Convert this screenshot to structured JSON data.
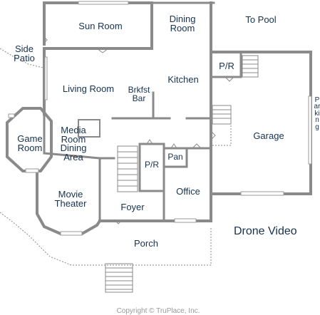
{
  "plan": {
    "wall_color": "#8a8a8a",
    "label_color": "#16324f",
    "copyright_color": "#9a9a9a",
    "rooms": {
      "sun_room": "Sun Room",
      "dining_room": "Dining\nRoom",
      "to_pool": "To Pool",
      "side_patio": "Side\nPatio",
      "living_room": "Living Room",
      "kitchen": "Kitchen",
      "breakfast_bar": "Brkfst\nBar",
      "pr_upper": "P/R",
      "game_room": "Game\nRoom",
      "media_room": "Media\nRoom",
      "dining_area": "Dining\nArea",
      "garage": "Garage",
      "parking": "Parking",
      "pr_lower": "P/R",
      "pantry": "Pan",
      "office": "Office",
      "movie_theater": "Movie\nTheater",
      "foyer": "Foyer",
      "porch": "Porch"
    },
    "drone_video": "Drone Video",
    "copyright": "Copyright © TruPlace, Inc."
  }
}
